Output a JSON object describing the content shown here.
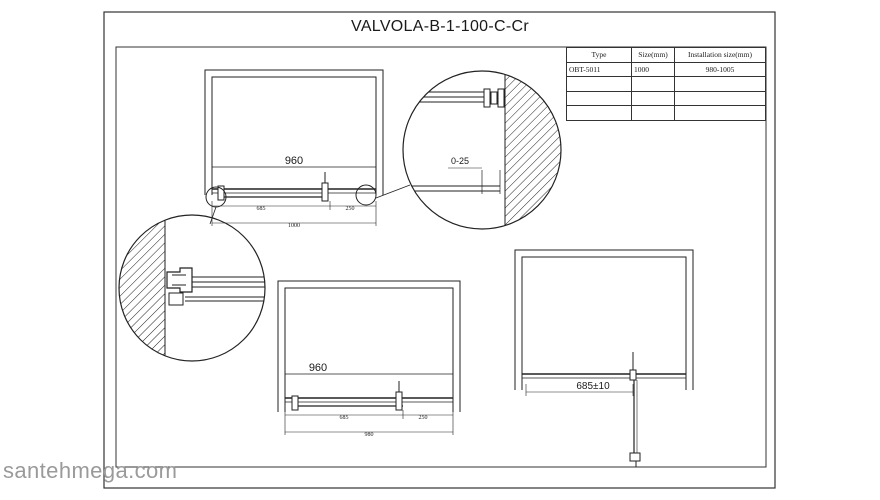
{
  "title": "VALVOLA-B-1-100-C-Cr",
  "spec_table": {
    "headers": [
      "Type",
      "Size(mm)",
      "Installation size(mm)"
    ],
    "rows": [
      [
        "OBT-5011",
        "1000",
        "980-1005"
      ],
      [
        "",
        "",
        ""
      ],
      [
        "",
        "",
        ""
      ],
      [
        "",
        "",
        ""
      ]
    ]
  },
  "dimensions": {
    "top_plan": {
      "inner_width": "960",
      "door": "685",
      "fixed": "250",
      "total": "1000"
    },
    "detail_right": {
      "adjust": "0-25"
    },
    "bottom_plan": {
      "inner_width": "960",
      "door": "685",
      "fixed": "250",
      "total": "980"
    },
    "front_view": {
      "opening": "685±10"
    }
  },
  "watermark": "santehmega.com",
  "colors": {
    "line": "#1a1a1a",
    "watermark": "#9a9a9a"
  }
}
